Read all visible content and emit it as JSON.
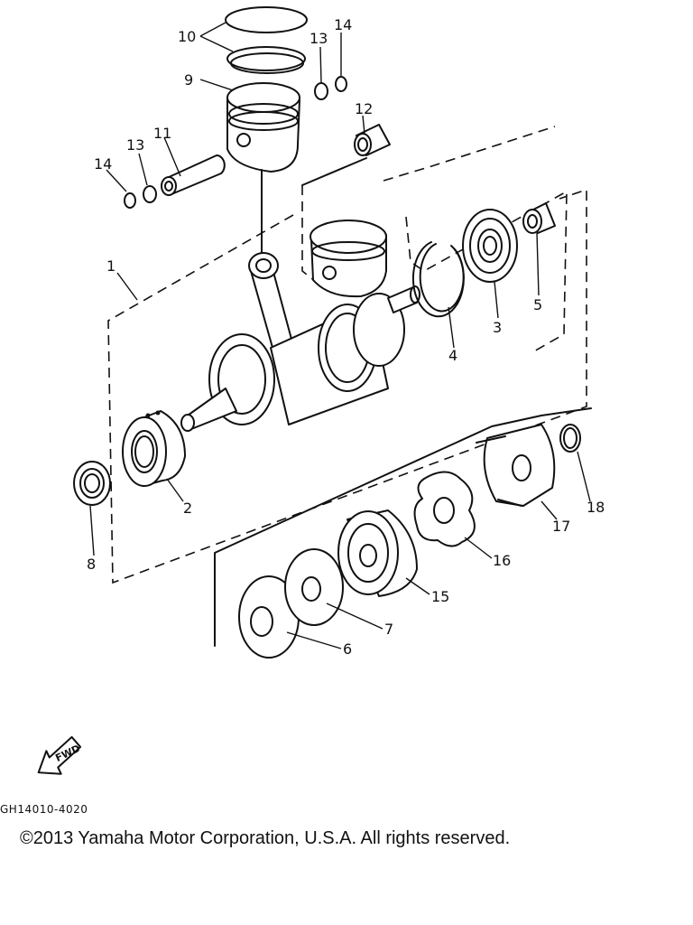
{
  "diagram": {
    "callouts": [
      "1",
      "2",
      "3",
      "4",
      "5",
      "6",
      "7",
      "8",
      "9",
      "10",
      "11",
      "12",
      "13",
      "13",
      "14",
      "14",
      "15",
      "16",
      "17",
      "18"
    ],
    "fwd_label": "FWD",
    "part_code": "GH14010-4020",
    "copyright": "©2013 Yamaha Motor Corporation, U.S.A. All rights reserved."
  }
}
